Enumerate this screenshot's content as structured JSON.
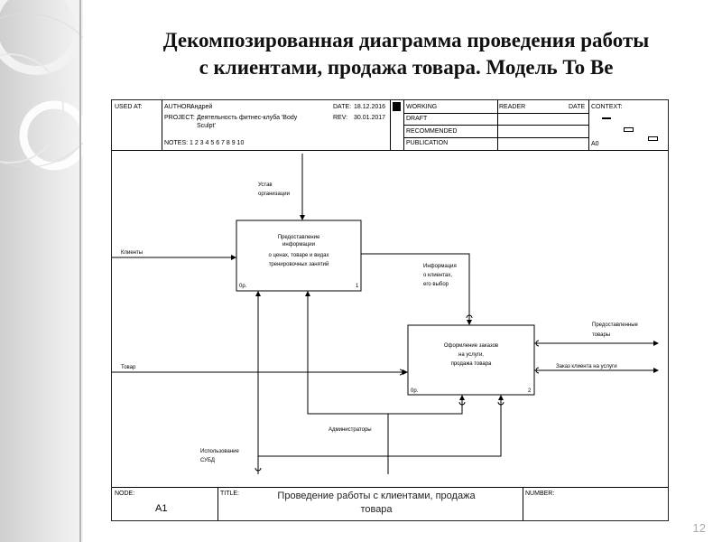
{
  "slide": {
    "title_line1": "Декомпозированная диаграмма проведения работы",
    "title_line2": "с клиентами, продажа товара. Модель To Be",
    "slide_number": "12"
  },
  "header": {
    "used_at": "USED AT:",
    "author_label": "AUTHOR:",
    "author": "Андрей",
    "project_label": "PROJECT:",
    "project": "Деятельность фитнес-клуба 'Body Sculpt'",
    "notes": "NOTES: 1 2 3 4 5 6 7 8 9 10",
    "date_label": "DATE:",
    "date": "18.12.2016",
    "rev_label": "REV:",
    "rev": "30.01.2017",
    "status": [
      "WORKING",
      "DRAFT",
      "RECOMMENDED",
      "PUBLICATION"
    ],
    "reader": "READER",
    "date2": "DATE",
    "context": "CONTEXT:",
    "context_node": "A0"
  },
  "diagram": {
    "box1": {
      "label": [
        "Предоставление",
        "информации",
        "о ценах, товаре и видах",
        "тренировочных занятий"
      ],
      "cost": "0р.",
      "number": "1"
    },
    "box2": {
      "label": [
        "Оформление заказов",
        "на услуги,",
        "продажа товара"
      ],
      "cost": "0р.",
      "number": "2"
    },
    "arrows": {
      "ustav": [
        "Устав",
        "организации"
      ],
      "clients": "Клиенты",
      "tovar": "Товар",
      "info": [
        "Информация",
        "о клиентах,",
        "его выбор"
      ],
      "services": [
        "Предоставленные",
        "товары"
      ],
      "debt": "Заказ клиента на услуги",
      "admins": "Администраторы",
      "dbms": [
        "Использование",
        "СУБД"
      ]
    }
  },
  "footer": {
    "node_label": "NODE:",
    "node": "A1",
    "title_label": "TITLE:",
    "title_line1": "Проведение работы  с клиентами, продажа",
    "title_line2": "товара",
    "number_label": "NUMBER:"
  }
}
